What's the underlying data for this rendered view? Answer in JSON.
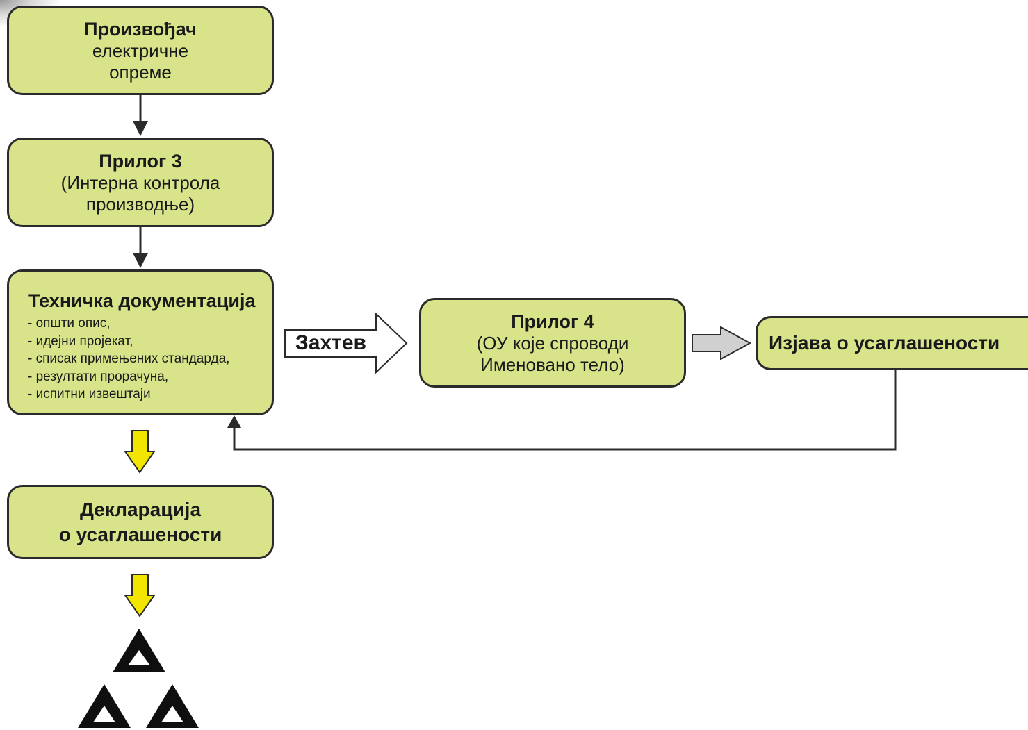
{
  "manufacturer": {
    "title": "Произвођач",
    "line1": "електричне",
    "line2": "опреме"
  },
  "annex3": {
    "title": "Прилог 3",
    "line1": "(Интерна контрола",
    "line2": "производње)"
  },
  "techdoc": {
    "title": "Техничка документација",
    "items": [
      "- општи опис,",
      "- идејни пројекат,",
      "- списак примењених стандарда,",
      "- резултати прорачуна,",
      "- испитни извештаји"
    ]
  },
  "request": {
    "label": "Захтев"
  },
  "annex4": {
    "title": "Прилог 4",
    "line1": "(ОУ које спроводи",
    "line2": "Именовано тело)"
  },
  "statement": {
    "title": "Изјава о усаглашености"
  },
  "declaration": {
    "line1": "Декларација",
    "line2": "о усаглашености"
  },
  "colors": {
    "box_fill": "#d8e38a",
    "box_border": "#2b2b2b",
    "yellow_arrow": "#f2e600",
    "grey_arrow": "#d0d0d0"
  }
}
